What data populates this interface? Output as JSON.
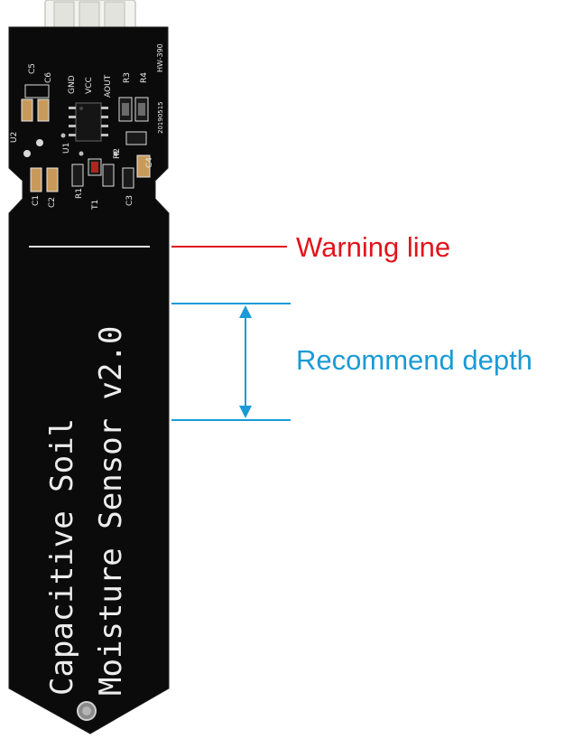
{
  "annotations": {
    "warning_label": "Warning line",
    "depth_label": "Recommend depth"
  },
  "board": {
    "title_line1": "Capacitive  Soil",
    "title_line2": "Moisture Sensor v2.0",
    "model": "HW-390",
    "date_code": "20190515",
    "pins": {
      "gnd": "GND",
      "vcc": "VCC",
      "aout": "AOUT"
    },
    "refs": {
      "c5": "C5",
      "c6": "C6",
      "r3": "R3",
      "r4": "R4",
      "u2": "U2",
      "u1": "U1",
      "r2": "R2",
      "c4": "C4",
      "c1": "C1",
      "c2": "C2",
      "r1": "R1",
      "t1": "T1",
      "c3": "C3"
    }
  },
  "colors": {
    "warning": "#e0151b",
    "depth": "#1a9ad6",
    "pcb": "#0b0b0b",
    "silkscreen": "#e9e9e9",
    "connector": "#f2f2ee"
  }
}
